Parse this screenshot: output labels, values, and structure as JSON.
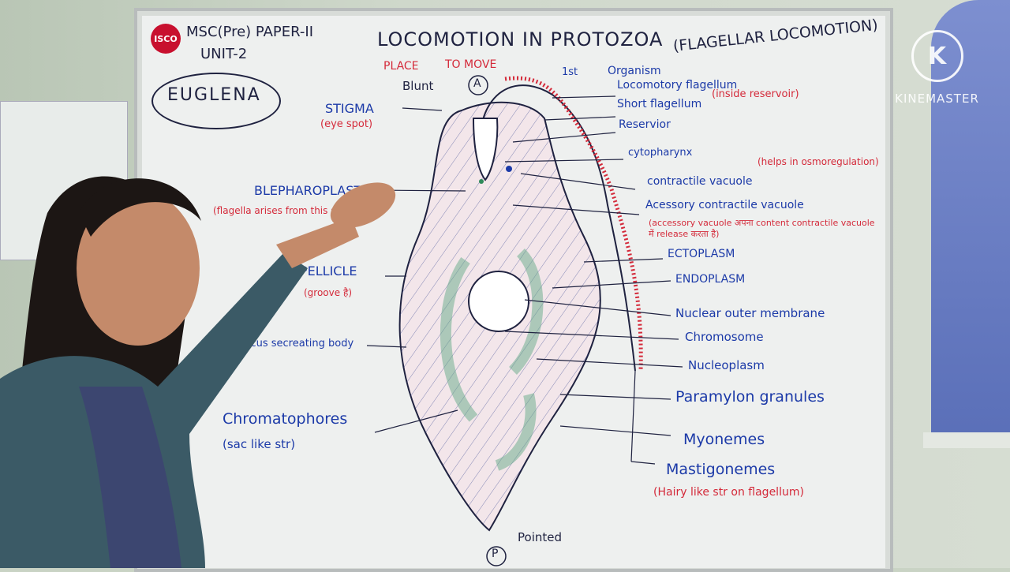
{
  "header": {
    "logo": "ISCO",
    "course": "MSC(Pre) PAPER-II",
    "unit": "UNIT-2",
    "title": "LOCOMOTION IN PROTOZOA",
    "subtitle": "(FLAGELLAR LOCOMOTION)",
    "note_place": "PLACE",
    "note_move": "TO MOVE",
    "note_first": "1st",
    "note_organism": "Organism",
    "topic": "EUGLENA"
  },
  "watermark": {
    "icon": "K",
    "text": "KINEMASTER"
  },
  "markers": {
    "anterior": "A",
    "posterior": "P",
    "blunt": "Blunt",
    "pointed": "Pointed"
  },
  "labels_left": [
    {
      "text": "STIGMA",
      "color": "blue"
    },
    {
      "text": "(eye spot)",
      "color": "red"
    },
    {
      "text": "BLEPHAROPLAST",
      "color": "blue"
    },
    {
      "text": "(flagella arises from this str)",
      "color": "red"
    },
    {
      "text": "PELLICLE",
      "color": "blue"
    },
    {
      "text": "(groove है)",
      "color": "red"
    },
    {
      "text": "Mucus secreating body",
      "color": "blue"
    },
    {
      "text": "Chromatophores",
      "color": "blue"
    },
    {
      "text": "(sac like str)",
      "color": "blue"
    }
  ],
  "labels_right": [
    {
      "text": "Locomotory flagellum",
      "color": "blue"
    },
    {
      "text": "Short flagellum",
      "color": "blue"
    },
    {
      "text": "(inside reservoir)",
      "color": "red"
    },
    {
      "text": "Reservior",
      "color": "blue"
    },
    {
      "text": "cytopharynx",
      "color": "blue"
    },
    {
      "text": "contractile vacuole",
      "color": "blue"
    },
    {
      "text": "(helps in osmoregulation)",
      "color": "red"
    },
    {
      "text": "Acessory contractile vacuole",
      "color": "blue"
    },
    {
      "text": "(accessory vacuole अपना content contractile vacuole में release करता है)",
      "color": "red"
    },
    {
      "text": "ECTOPLASM",
      "color": "blue"
    },
    {
      "text": "ENDOPLASM",
      "color": "blue"
    },
    {
      "text": "Nuclear outer membrane",
      "color": "blue"
    },
    {
      "text": "Chromosome",
      "color": "blue"
    },
    {
      "text": "Nucleoplasm",
      "color": "blue"
    },
    {
      "text": "Paramylon granules",
      "color": "blue"
    },
    {
      "text": "Myonemes",
      "color": "blue"
    },
    {
      "text": "Mastigonemes",
      "color": "blue"
    },
    {
      "text": "(Hairy like str on flagellum)",
      "color": "red"
    }
  ],
  "colors": {
    "ink_blue": "#1c3aa8",
    "ink_red": "#d42a3a",
    "ink_dark": "#1f2240",
    "ink_green": "#2f8a5a"
  }
}
